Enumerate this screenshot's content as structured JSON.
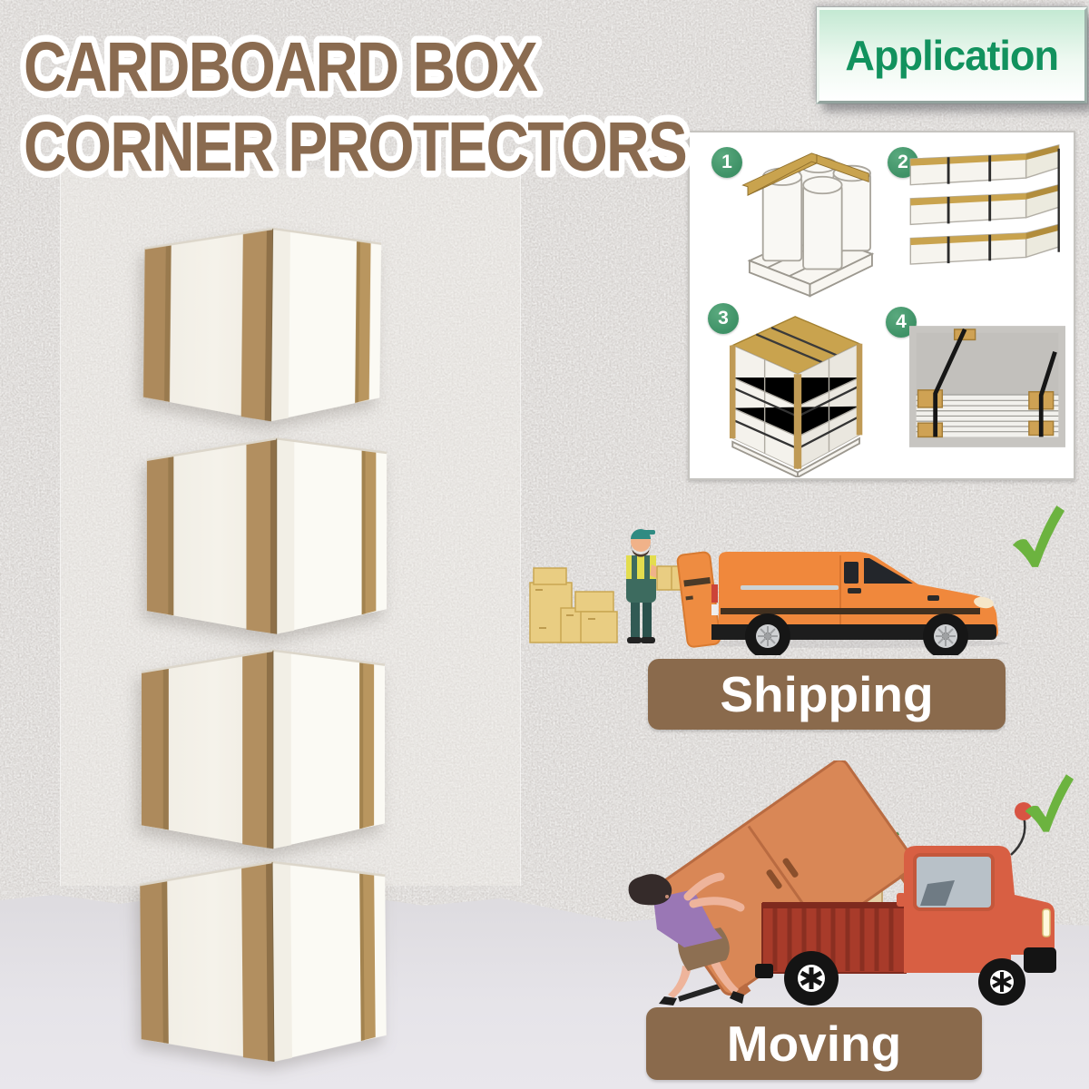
{
  "title": {
    "line1": "CARDBOARD BOX",
    "line2": "CORNER PROTECTORS"
  },
  "application_badge": {
    "label": "Application"
  },
  "application_diagram": {
    "steps": [
      {
        "number": "1",
        "name": "drums-on-pallet-with-edge-protectors"
      },
      {
        "number": "2",
        "name": "strapped-stacked-panels-with-edge-protectors"
      },
      {
        "number": "3",
        "name": "strapped-pallet-box-with-corner-protectors"
      },
      {
        "number": "4",
        "name": "strapped-sheet-stack-with-corner-protector-blocks"
      }
    ]
  },
  "product": {
    "name": "cardboard-box-corner-protector",
    "photo_count": 4
  },
  "scenes": [
    {
      "label": "Shipping",
      "checked": true
    },
    {
      "label": "Moving",
      "checked": true
    }
  ],
  "colors": {
    "title-brown": "#8a6b50",
    "label-pill-brown": "#8a6a4c",
    "application-green": "#12925e",
    "application-bg-top": "#c4e9d3",
    "badge-green": "#3e9166",
    "check-green": "#6cb33f",
    "protector-tan": "#b08c5c",
    "van-orange": "#f0883c",
    "truck-red": "#d85f43",
    "wall-gray": "#d3cfcc",
    "floor-gray": "#e4e2e7"
  }
}
